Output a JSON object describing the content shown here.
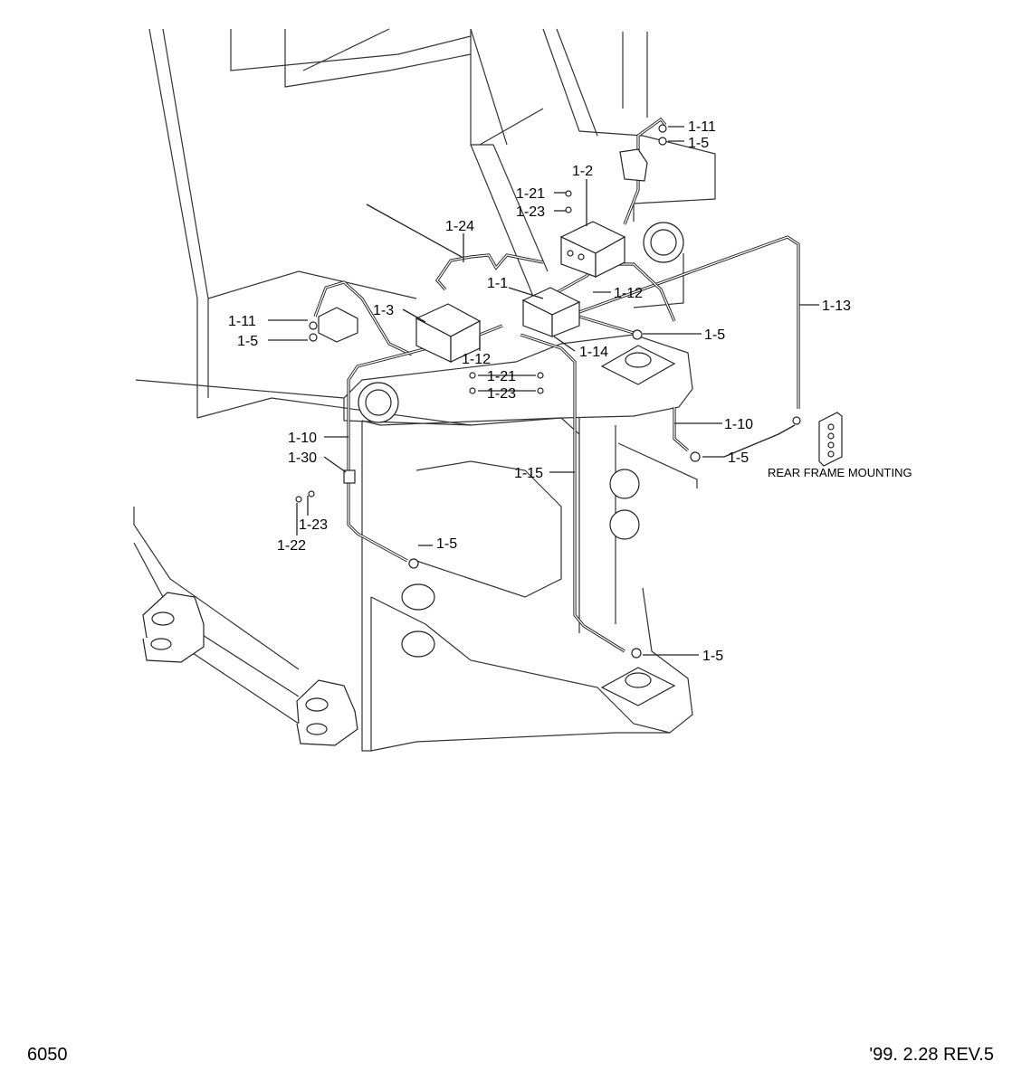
{
  "diagram": {
    "labels": [
      "1-11",
      "1-5",
      "1-2",
      "1-21",
      "1-23",
      "1-24",
      "1-12",
      "1-1",
      "1-13",
      "1-3",
      "1-11",
      "1-5",
      "1-5",
      "1-14",
      "1-12",
      "1-21",
      "1-23",
      "1-10",
      "1-10",
      "1-5",
      "1-30",
      "1-15",
      "1-23",
      "1-22",
      "1-5",
      "1-5"
    ],
    "note": "REAR FRAME MOUNTING"
  },
  "footer": {
    "page_number": "6050",
    "revision": "'99. 2.28  REV.5"
  }
}
